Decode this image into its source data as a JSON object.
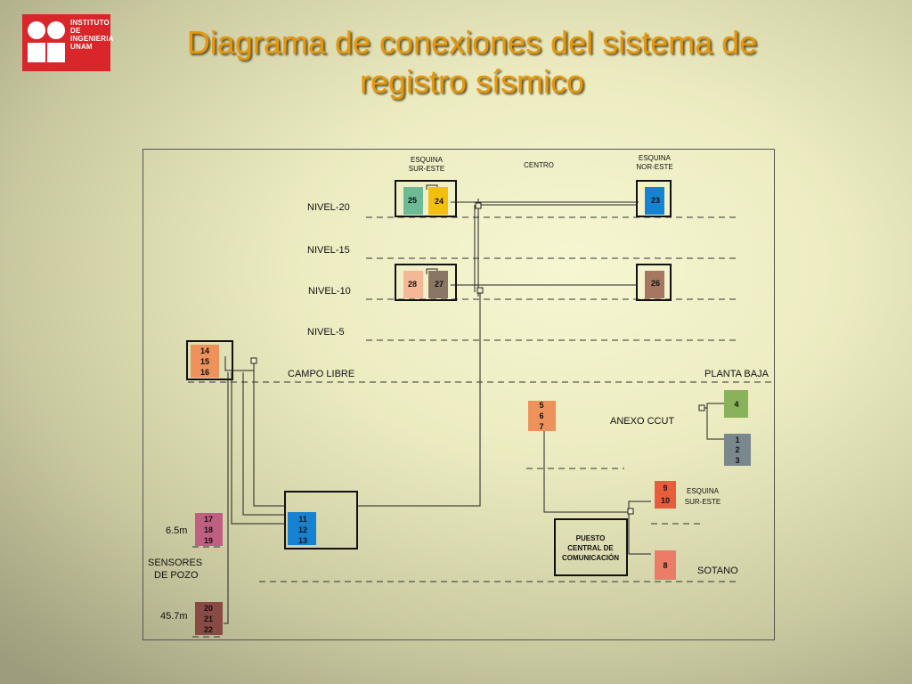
{
  "logo": {
    "line1": "INSTITUTO",
    "line2": "DE",
    "line3": "INGENIERIA",
    "line4": "UNAM"
  },
  "title": {
    "line1": "Diagrama de conexiones del sistema de",
    "line2": "registro sísmico"
  },
  "levels": {
    "nivel20": "NIVEL-20",
    "nivel15": "NIVEL-15",
    "nivel10": "NIVEL-10",
    "nivel5": "NIVEL-5",
    "campo_libre": "CAMPO LIBRE",
    "planta_baja": "PLANTA BAJA",
    "sotano": "SOTANO"
  },
  "locations": {
    "esquina_sur_este_top": "ESQUINA",
    "esquina_sur_este_bottom": "SUR-ESTE",
    "centro": "CENTRO",
    "esquina_nor_este_top": "ESQUINA",
    "esquina_nor_este_bottom": "NOR-ESTE",
    "anexo": "ANEXO CCUT",
    "esquina2_top": "ESQUINA",
    "esquina2_bottom": "SUR-ESTE",
    "sensores_top": "SENSORES",
    "sensores_bottom": "DE POZO",
    "depth1": "6.5m",
    "depth2": "45.7m"
  },
  "puesto": {
    "line1": "PUESTO",
    "line2": "CENTRAL DE",
    "line3": "COMUNICACIÓN"
  },
  "sensors": {
    "s25": "25",
    "s24": "24",
    "s23": "23",
    "s28": "28",
    "s27": "27",
    "s26": "26",
    "s14": "14",
    "s15": "15",
    "s16": "16",
    "s5": "5",
    "s6": "6",
    "s7": "7",
    "s4": "4",
    "s1": "1",
    "s2": "2",
    "s3": "3",
    "s9": "9",
    "s10": "10",
    "s8": "8",
    "s11": "11",
    "s12": "12",
    "s13": "13",
    "s17": "17",
    "s18": "18",
    "s19": "19",
    "s20": "20",
    "s21": "21",
    "s22": "22"
  },
  "colors": {
    "title": "#e6970a",
    "logo": "#d8262b",
    "green": "#6dbb95",
    "yellow": "#f2be10",
    "blue": "#1583d2",
    "peach": "#f4b897",
    "taupe": "#8a7665",
    "brown": "#a6775e",
    "orange": "#ec925a",
    "olive_green": "#88b35a",
    "slate": "#78888c",
    "red_orange": "#e85e3c",
    "salmon": "#ec7b68",
    "mauve": "#c15f83",
    "maroon": "#8a4a44"
  }
}
